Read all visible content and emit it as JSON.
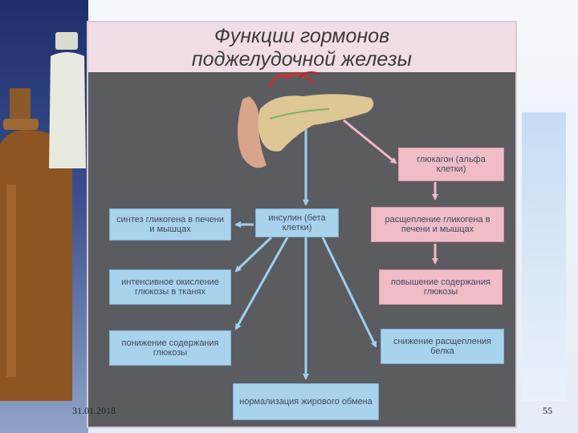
{
  "diagram": {
    "title_line1": "Функции гормонов",
    "title_line2": "поджелудочной железы",
    "nodes": {
      "insulin": "инсулин (бета клетки)",
      "glucagon": "глюкагон (альфа клетки)",
      "glycogen_synthesis": "синтез гликогена в печени и мышцах",
      "glucose_oxidation": "интенсивное окисление глюкозы в тканях",
      "glucose_decrease": "понижение содержания глюкозы",
      "fat_normalization": "нормализация жирового обмена",
      "protein_breakdown_decrease": "снижение расщепления белка",
      "glycogen_breakdown": "расщепление гликогена в печени и мышцах",
      "glucose_increase": "повышение содержания глюкозы"
    },
    "colors": {
      "insulin_branch": "#a9d2ec",
      "glucagon_branch": "#efbcc8",
      "panel": "#5b5c60",
      "arrow_blue": "#9fd0ee",
      "arrow_pink": "#f3b8c6"
    }
  },
  "footer": {
    "date": "31.01.2018",
    "page": "55"
  }
}
